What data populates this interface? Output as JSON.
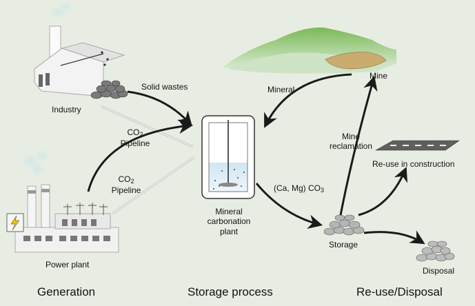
{
  "labels": {
    "industry": "Industry",
    "solid_wastes": "Solid wastes",
    "co2_pipeline_1": {
      "co": "CO",
      "sub": "2",
      "line2": "Pipeline"
    },
    "co2_pipeline_2": {
      "co": "CO",
      "sub": "2",
      "line2": "Pipeline"
    },
    "power_plant": "Power plant",
    "mineral": "Mineral",
    "mine": "Mine",
    "mine_reclamation": {
      "line1": "Mine",
      "line2": "reclamation"
    },
    "reuse_construction": "Re-use in construction",
    "carbonate": {
      "pre": "(Ca, Mg) CO",
      "sub": "3"
    },
    "mineral_carbonation_plant": {
      "line1": "Mineral",
      "line2": "carbonation",
      "line3": "plant"
    },
    "storage": "Storage",
    "disposal": "Disposal"
  },
  "sections": {
    "generation": "Generation",
    "storage_process": "Storage process",
    "reuse_disposal": "Re-use/Disposal"
  },
  "colors": {
    "background": "#e8ede3",
    "arrow": "#1a1a1a",
    "hill_green": "#8fc46b",
    "pipe": "#d9d9d9"
  }
}
